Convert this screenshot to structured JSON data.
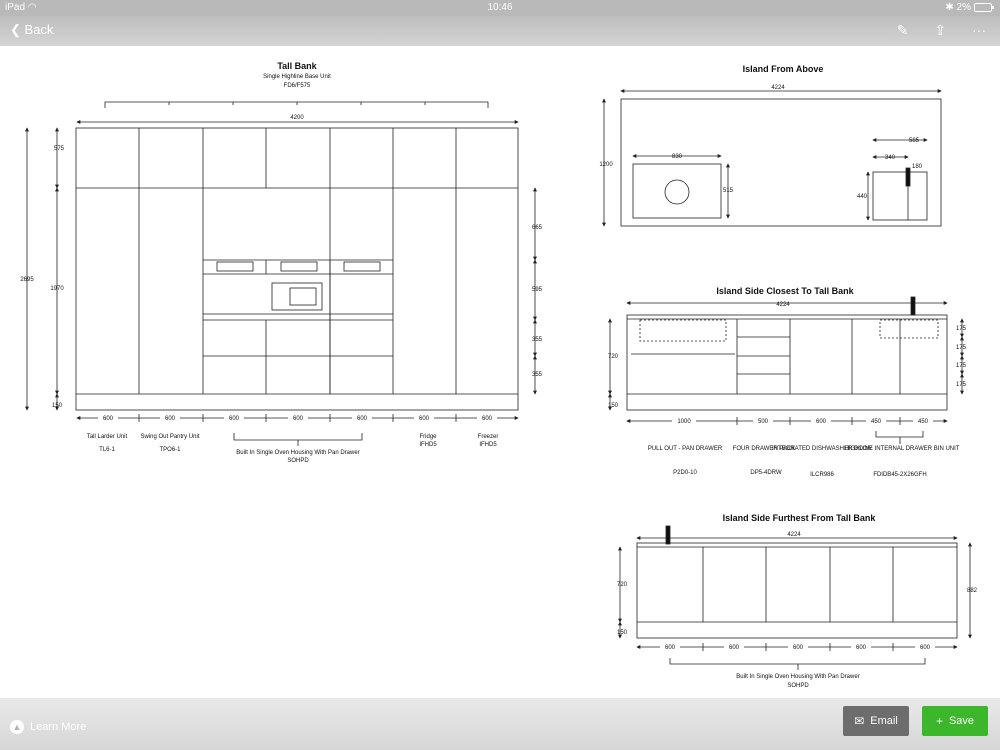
{
  "status_bar": {
    "device": "iPad",
    "time": "10:46",
    "battery": "2%"
  },
  "nav": {
    "back_label": "Back"
  },
  "bottom": {
    "learn_more": "Learn More",
    "email_label": "Email",
    "save_label": "Save"
  },
  "tall_bank": {
    "title": "Tall Bank",
    "subtitle": "Single Highline Base Unit",
    "subtitle2": "FD6/F575",
    "overall_width": "4200",
    "heights": {
      "top": "575",
      "mid": "1970",
      "total": "2695",
      "plinth": "150"
    },
    "right_dims": [
      "665",
      "595",
      "355",
      "355"
    ],
    "widths": [
      "600",
      "600",
      "600",
      "600",
      "600",
      "600",
      "600"
    ],
    "labels": [
      {
        "name": "Tall Larder Unit",
        "code": "TL6-1"
      },
      {
        "name": "Swing Out Pantry Unit",
        "code": "TPO6-1"
      },
      {
        "name": "Built In Single Oven Housing With Pan Drawer",
        "code": "SOHPD"
      },
      {
        "name": "Fridge",
        "code": "IFHD5"
      },
      {
        "name": "Freezer",
        "code": "IFHD5"
      }
    ]
  },
  "island_above": {
    "title": "Island From Above",
    "width": "4224",
    "depth": "1200",
    "sink_w": "830",
    "sink_h": "515",
    "bin_w1": "585",
    "bin_w2": "340",
    "bin_w3": "180",
    "bin_h": "440"
  },
  "island_close": {
    "title": "Island Side Closest To Tall Bank",
    "width": "4224",
    "heights": {
      "body": "720",
      "plinth": "150"
    },
    "right_dims": [
      "175",
      "175",
      "175",
      "175"
    ],
    "widths": [
      "1000",
      "500",
      "600",
      "450",
      "450"
    ],
    "labels": [
      {
        "name": "PULL OUT - PAN DRAWER",
        "code": "P2D0-10"
      },
      {
        "name": "FOUR DRAWER PACK",
        "code": "DP5-4DRW"
      },
      {
        "name": "INTEGRATED DISHWASHER DOOR",
        "code": "ILCR986"
      },
      {
        "name": "HIGHLINE INTERNAL DRAWER BIN UNIT",
        "code": "FDIDB45-2X26GFH"
      }
    ]
  },
  "island_far": {
    "title": "Island Side Furthest From Tall Bank",
    "width": "4224",
    "heights": {
      "body": "720",
      "plinth": "150",
      "total": "882"
    },
    "widths": [
      "600",
      "600",
      "600",
      "600",
      "600"
    ],
    "label": "Built In Single Oven Housing With Pan Drawer",
    "code": "SOHPD"
  }
}
